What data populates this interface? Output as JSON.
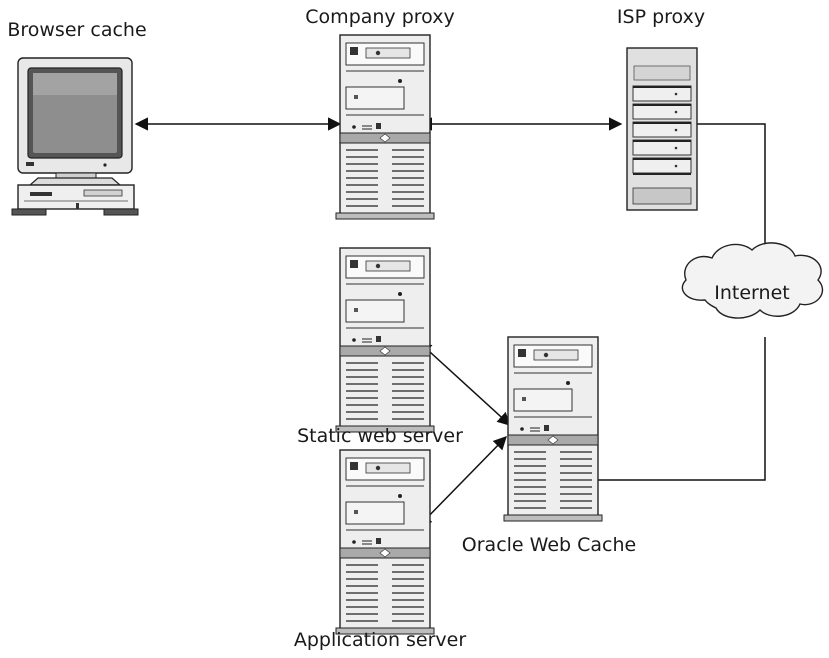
{
  "labels": {
    "browser_cache": "Browser cache",
    "company_proxy": "Company proxy",
    "isp_proxy": "ISP proxy",
    "internet": "Internet",
    "static_web_server": "Static web server",
    "oracle_web_cache": "Oracle Web Cache",
    "application_server": "Application server"
  },
  "icons": {
    "browser": "desktop-computer-icon",
    "company_proxy": "tower-server-icon",
    "isp_proxy": "rack-server-icon",
    "internet": "cloud-icon",
    "static_web_server": "tower-server-icon",
    "oracle_web_cache": "tower-server-icon",
    "application_server": "tower-server-icon"
  }
}
